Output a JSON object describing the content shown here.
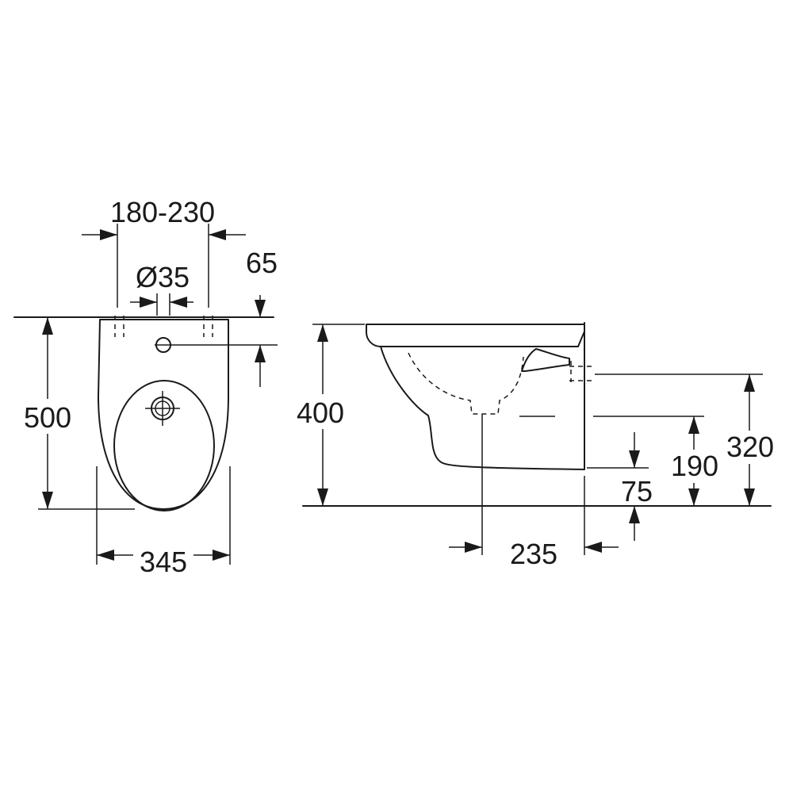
{
  "dimensions": {
    "mount_spacing": "180-230",
    "supply_diameter": "Ø35",
    "supply_offset": "65",
    "total_length": "500",
    "width": "345",
    "height": "400",
    "outlet_height": "320",
    "outlet_center_height": "190",
    "bolt_height": "75",
    "drain_distance": "235"
  }
}
